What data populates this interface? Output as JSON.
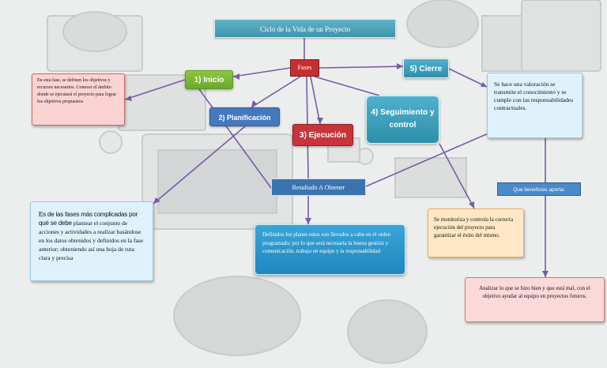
{
  "title": "Ciclo de la Vida de un Proyecto",
  "hub_label": "Fases",
  "phases": [
    {
      "label": "1) Inicio"
    },
    {
      "label": "2) Planificación"
    },
    {
      "label": "3) Ejecución"
    },
    {
      "label": "4) Seguimiento y control"
    },
    {
      "label": "5) Cierre"
    }
  ],
  "notes": {
    "inicio": "En esta fase, se definen los objetivos y recursos necesarios. Conocer el ámbito donde se ejecutará el proyecto para lograr los objetivos propuestos.",
    "planificacion_lead": "Es de las fases más complicadas por qué se debe",
    "planificacion_rest": "plantear el conjunto de acciones y actividades a realizar basándose en los datos obtenidos y definidos en la fase anterior; obteniendo así una hoja de ruta clara y precisa",
    "ejecucion": "Definidos los planes estos son llevados a cabo en el orden programado; por lo que será necesaria la buena gestión y comunicación, trabajo en equipo y la responsabilidad",
    "seguimiento": "Se monitoriza y controla la correcta ejecución del proyecto para garantizar el éxito del mismo.",
    "cierre": "Se hace una valoración se transmite el conocimiento y se cumple con las responsabilidades contractuales.",
    "beneficios": "Analizar lo que se hizo bien y que está mal, con el objetivo ayudar al equipo en proyectos futuros."
  },
  "resultado_label": "Resultado A Obtener",
  "beneficios_label": "Que beneficios aporta:",
  "colors": {
    "line": "#7a5aa6",
    "phase_green": "#7cb936",
    "phase_blue": "#4479bd",
    "phase_red": "#c7343a",
    "phase_teal": "#3aa3bf"
  }
}
